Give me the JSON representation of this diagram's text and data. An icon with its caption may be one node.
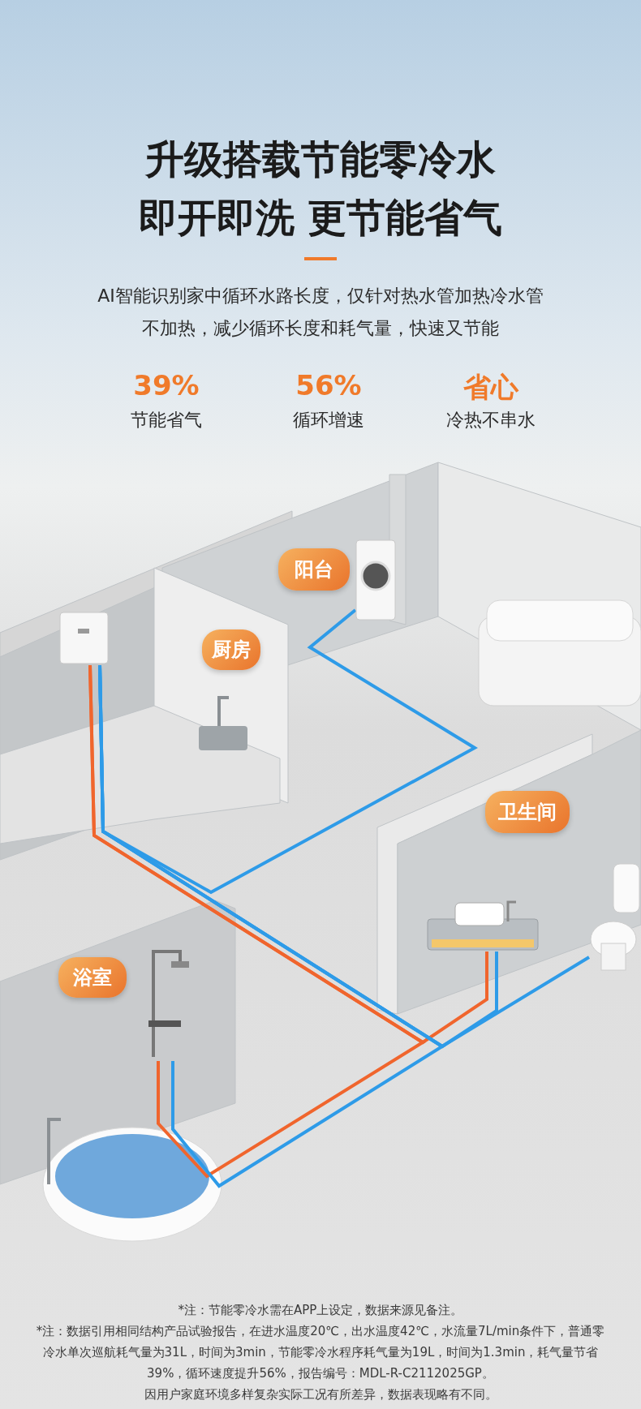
{
  "diagram": {
    "title": "升级搭载节能零冷水即开即洗 更节能省气",
    "nodes": [
      {
        "text": [
          "阳台"
        ]
      },
      {
        "text": [
          "厨房"
        ]
      },
      {
        "text": [
          "卫生间"
        ]
      },
      {
        "text": [
          "浴室"
        ]
      },
      {
        "text": [],
        "shape": "picture"
      },
      {
        "text": [],
        "shape": "picture"
      },
      {
        "text": [],
        "shape": "picture"
      },
      {
        "text": [],
        "shape": "picture"
      },
      {
        "text": [],
        "shape": "picture"
      }
    ],
    "edges": [
      {
        "from": 4,
        "to": 5,
        "arrow": "none",
        "color": "#2e9be8"
      },
      {
        "from": 4,
        "to": 6,
        "arrow": "none",
        "color": "#f0652d"
      },
      {
        "from": 4,
        "to": 6,
        "arrow": "none",
        "color": "#2e9be8"
      },
      {
        "from": 4,
        "to": 7,
        "arrow": "none",
        "color": "#2e9be8"
      },
      {
        "from": 4,
        "to": 8,
        "arrow": "none",
        "color": "#f0652d"
      },
      {
        "from": 4,
        "to": 8,
        "arrow": "none",
        "color": "#2e9be8"
      }
    ],
    "labels": [
      "AI智能识别家中循环水路长度，仅针对热水管加热冷水管不加热，减少循环长度和耗气量，快速又节能",
      "39%",
      "节能省气",
      "56%",
      "循环增速",
      "省心",
      "冷热不串水",
      "*注：节能零冷水需在APP上设定，数据来源见备注。",
      "*注：数据引用相同结构产品试验报告，在进水温度20℃，出水温度42℃，水流量7L/min条件下，普通零冷水单次巡航耗气量为31L，时间为3min，节能零冷水程序耗气量为19L，时间为1.3min，耗气量节省39%，循环速度提升56%，报告编号：MDL-R-C2112025GP。",
      "因用户家庭环境多样复杂实际工况有所差异，数据表现略有不同。"
    ]
  }
}
